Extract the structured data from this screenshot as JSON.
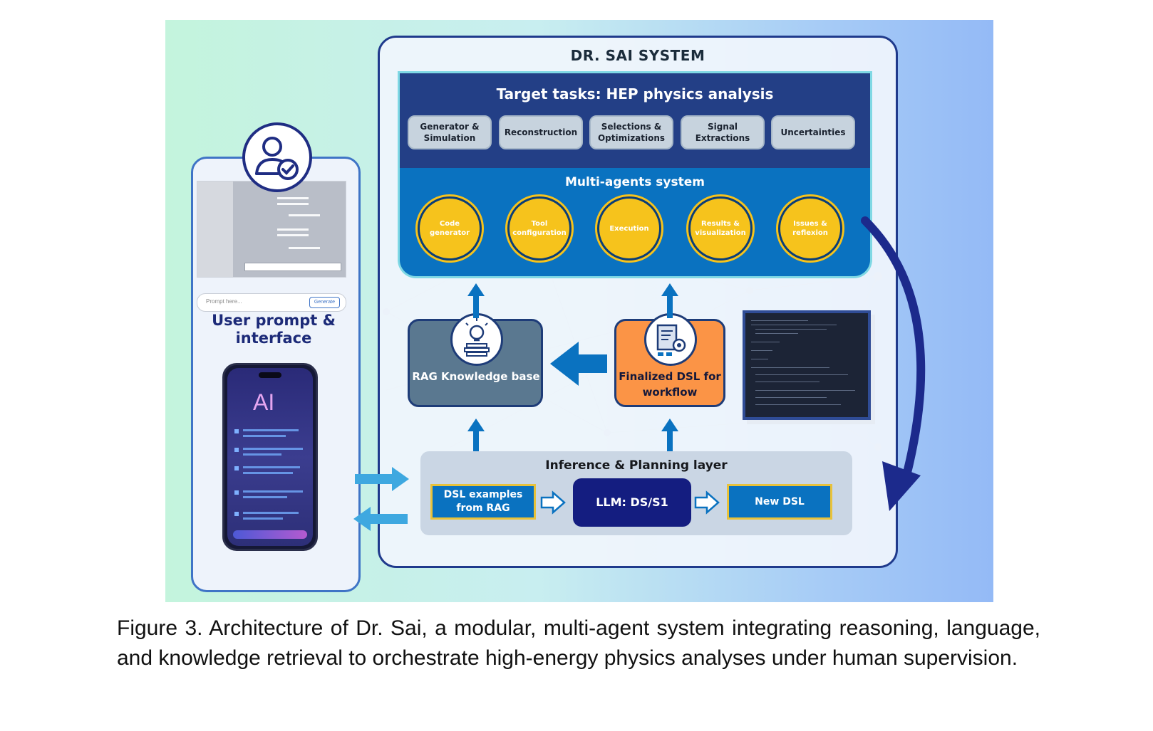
{
  "system": {
    "title": "DR. SAI SYSTEM",
    "target_tasks_title": "Target tasks: HEP physics analysis",
    "tasks": [
      {
        "label": "Generator & Simulation"
      },
      {
        "label": "Reconstruction"
      },
      {
        "label": "Selections & Optimizations"
      },
      {
        "label": "Signal Extractions"
      },
      {
        "label": "Uncertainties"
      }
    ],
    "agents_title": "Multi-agents system",
    "agents": [
      {
        "label": "Code generator"
      },
      {
        "label": "Tool configuration"
      },
      {
        "label": "Execution"
      },
      {
        "label": "Results & visualization"
      },
      {
        "label": "Issues & reflexion"
      }
    ],
    "rag": "RAG Knowledge base",
    "finalized_dsl": "Finalized DSL for workflow",
    "inference_title": "Inference & Planning layer",
    "dsl_examples": "DSL examples from RAG",
    "llm": "LLM: DS/S1",
    "new_dsl": "New DSL"
  },
  "user": {
    "title": "User prompt & interface",
    "prompt_placeholder": "Prompt here...",
    "generate_label": "Generate",
    "phone_heading": "AI"
  },
  "colors": {
    "navy": "#233f86",
    "blue": "#0a72c0",
    "gold": "#f6c31c",
    "orange": "#fb9446",
    "slate": "#5a7890"
  },
  "caption": "Figure 3. Architecture of Dr. Sai, a modular, multi-agent system integrating reasoning, language, and knowledge retrieval to orchestrate high-energy physics analyses under human supervision."
}
